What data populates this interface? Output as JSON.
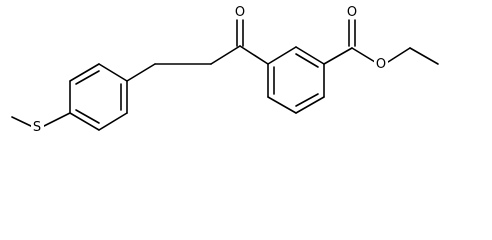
{
  "molecule": {
    "atoms": {
      "s_label": "S",
      "o_ketone_label": "O",
      "o_carbonyl_label": "O",
      "o_ether_label": "O"
    }
  }
}
